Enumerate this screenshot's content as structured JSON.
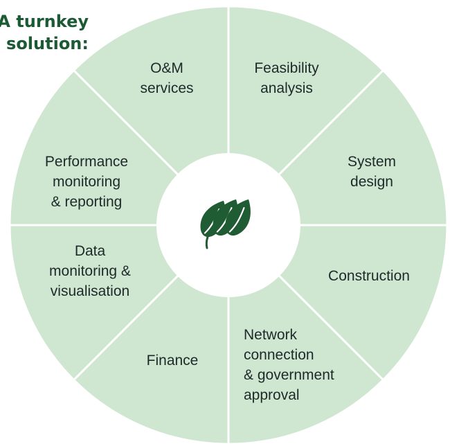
{
  "heading": {
    "line1": "A turnkey",
    "line2": "solution:"
  },
  "segments": [
    {
      "id": "feasibility",
      "lines": [
        "Feasibility",
        "analysis"
      ]
    },
    {
      "id": "system-design",
      "lines": [
        "System",
        "design"
      ]
    },
    {
      "id": "construction",
      "lines": [
        "Construction"
      ]
    },
    {
      "id": "network-connection",
      "lines": [
        "Network",
        "connection",
        "& government",
        "approval"
      ]
    },
    {
      "id": "finance",
      "lines": [
        "Finance"
      ]
    },
    {
      "id": "data-monitoring",
      "lines": [
        "Data",
        "monitoring &",
        "visualisation"
      ]
    },
    {
      "id": "performance-monitoring",
      "lines": [
        "Performance",
        "monitoring",
        "& reporting"
      ]
    },
    {
      "id": "om-services",
      "lines": [
        "O&M",
        "services"
      ]
    }
  ],
  "colors": {
    "segment_fill": "#cfe6d0",
    "divider": "#ffffff",
    "heading_text": "#1b5a33",
    "label_text": "#1e2a2a",
    "logo": "#1f5c34"
  },
  "center_logo": {
    "icon": "three-leaves-icon"
  }
}
